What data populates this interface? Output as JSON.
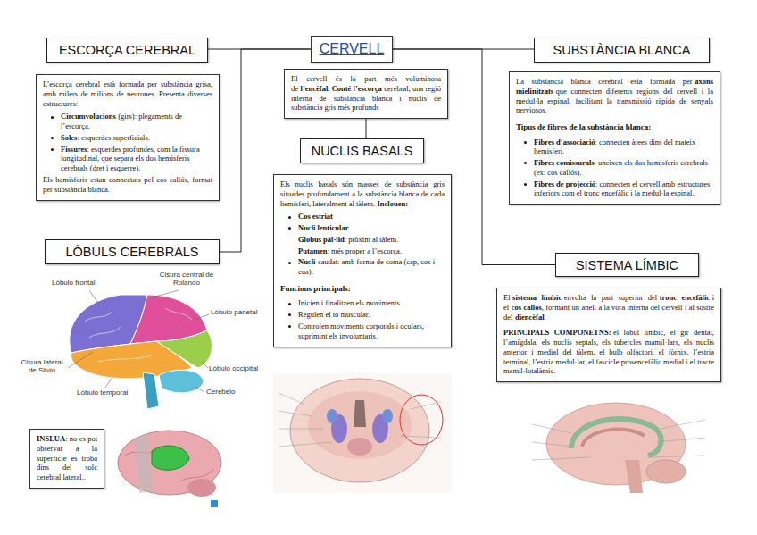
{
  "diagram": {
    "nodes": [
      {
        "text": [
          "ESCORÇA CEREBRAL"
        ]
      },
      {
        "text": [
          "CERVELL"
        ]
      },
      {
        "text": [
          "SUBSTÀNCIA BLANCA"
        ]
      },
      {
        "text": [
          "L’escorça cerebral està formada per substància grisa, amb milers de milions de neurones. Presenta diverses estructures:",
          "Circumvolucions",
          "(girs): plegaments de l’escorça.",
          "Solcs",
          ": esquerdes superficials.",
          "Fissures",
          ": esquerdes profundes, com la fissura longitudinal, que separa els dos hemisferis cerebrals (dret i esquerre).",
          "Els hemisferis estan connectats pel cos callós, format per substància blanca."
        ]
      },
      {
        "text": [
          "El cervell és la part més voluminosa de",
          "l’encèfal. Conté l’escorça",
          "cerebral, una regió interna de substància blanca i nuclis de substància gris més profunds"
        ]
      },
      {
        "text": [
          "La substància blanca cerebral està formada per",
          "axons mielinitzats",
          "que connecten diferents regions del cervell i la medul·la espinal, facilitant la transmissió ràpida de senyals nerviosos.",
          "Tipus de fibres de la substància blanca:",
          "Fibres d’associació",
          ": connecten àrees dins del mateix hemisferi.",
          "Fibres comissurals",
          ": uneixen els dos hemisferis cerebrals (ex: cos callós).",
          "Fibres de projecció",
          ": connecten el cervell amb estructures inferiors com el tronc encefàlic i la medul·la espinal."
        ]
      },
      {
        "text": [
          "NUCLIS BASALS"
        ]
      },
      {
        "text": [
          "LÒBULS CEREBRALS"
        ]
      },
      {
        "text": [
          "Els nuclis basals són masses de substància gris situades profundament a la substància blanca de cada hemisferi, lateralment al tàlem.",
          "Inclouen:",
          "Cos estriat",
          "Nucli lenticular",
          "Globus pàl·lid",
          ": pròxim al tàlem.",
          "Putamen",
          ": més proper a l’escorça.",
          "Nucli",
          "caudat: amb forma de coma (cap, cos i cua).",
          "Funcions principals:",
          "Inicien i finalitzen els moviments.",
          "Regulen el to muscular.",
          "Controlen moviments corporals i oculars, suprimint els involuntaris."
        ]
      },
      {
        "text": [
          "SISTEMA LÍMBIC"
        ]
      },
      {
        "text": [
          "El",
          "sistema límbic",
          "envolta la part superior del",
          "tronc encefàlic",
          "i el",
          "cos callós",
          ", formant un anell a la vora interna del cervell i al sostre del",
          "diencèfal",
          ".",
          "PRINCIPALS COMPONETNS:",
          "el lòbul límbic, el gir dentat, l’amígdala, els nuclis septals, els tubercles mamil·lars, els nuclis anterior i medial del tàlem, el bulb olfactori, el fòrnix, l’estria terminal, l’estria medul·lar, el fascicle prosencefàlic medial i el tracte mamil·lotalàmic."
        ]
      },
      {
        "text": [
          "INSLUA",
          ": no es pot observar a la superfície es troba dins del solc cerebral lateral.."
        ]
      }
    ],
    "edges": [
      {
        "from": 1,
        "to": 0,
        "arrow": "none"
      },
      {
        "from": 1,
        "to": 2,
        "arrow": "none"
      },
      {
        "from": 1,
        "to": 7,
        "arrow": "none"
      },
      {
        "from": 1,
        "to": 9,
        "arrow": "none"
      },
      {
        "from": 4,
        "to": 6,
        "arrow": "none"
      }
    ],
    "labels": [
      "Lóbulo frontal",
      "Cisura central de Rolando",
      "Lóbulo parietal",
      "Cisura lateral de Silvio",
      "Lóbulo occipital",
      "Lóbulo temporal",
      "Cerebelo"
    ]
  }
}
